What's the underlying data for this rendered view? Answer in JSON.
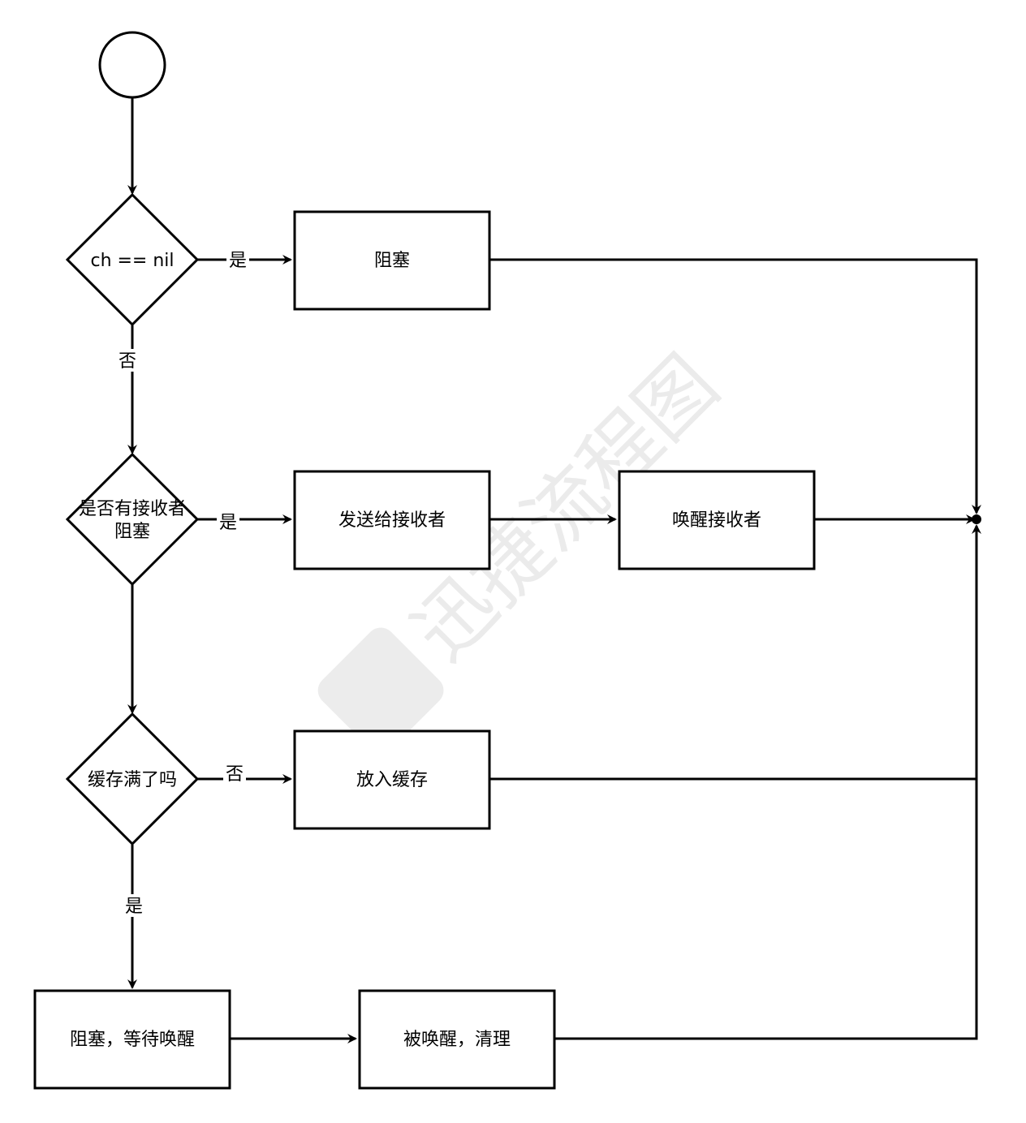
{
  "diagram": {
    "start": "",
    "decisions": {
      "ch_nil": "ch == nil",
      "has_receiver_line1": "是否有接收者",
      "has_receiver_line2": "阻塞",
      "buffer_full": "缓存满了吗"
    },
    "processes": {
      "block": "阻塞",
      "send_to_receiver": "发送给接收者",
      "wake_receiver": "唤醒接收者",
      "put_buffer": "放入缓存",
      "block_wait": "阻塞，等待唤醒",
      "woken_cleanup": "被唤醒，清理"
    },
    "edge_labels": {
      "nil_yes": "是",
      "nil_no": "否",
      "receiver_yes": "是",
      "full_no": "否",
      "full_yes": "是"
    }
  },
  "watermark": "迅捷流程图",
  "colors": {
    "stroke": "#000000",
    "fill": "#ffffff",
    "watermark": "#dcdcdc"
  }
}
